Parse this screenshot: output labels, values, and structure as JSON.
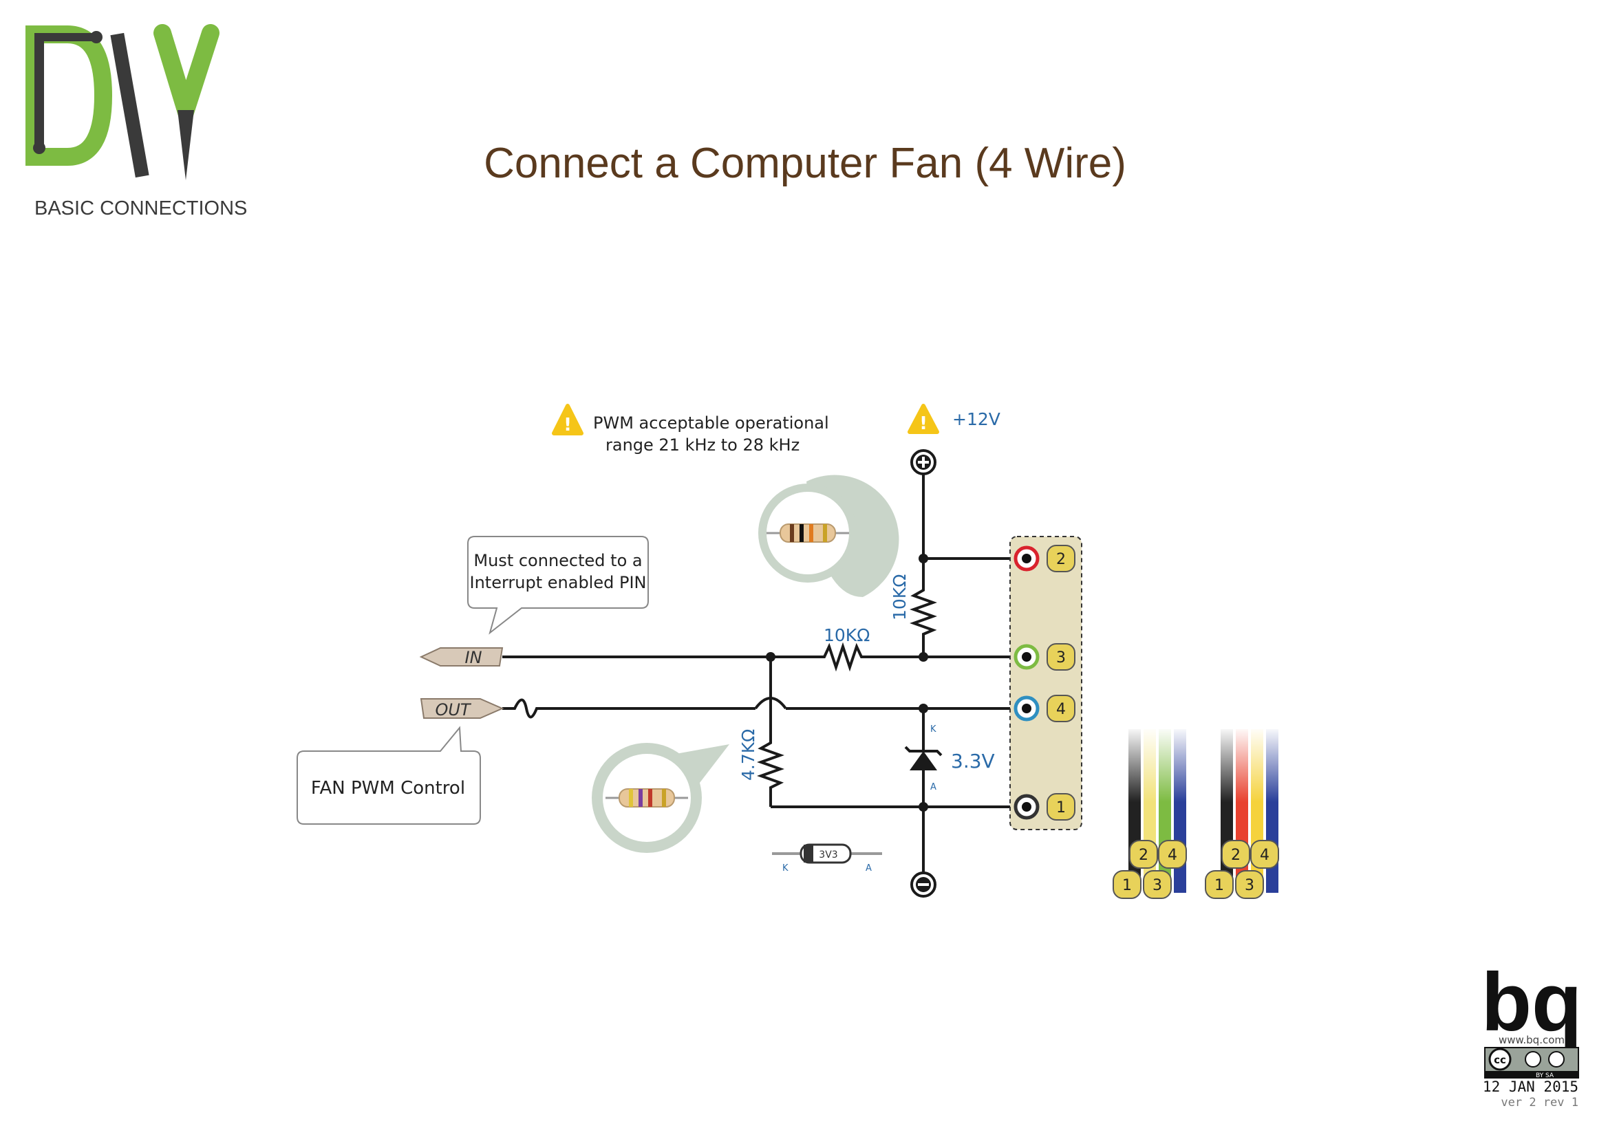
{
  "logo": {
    "letters": "DIY",
    "subtitle": "BASIC CONNECTIONS"
  },
  "title": "Connect a Computer Fan (4 Wire)",
  "warnings": {
    "pwm": {
      "line1": "PWM acceptable operational",
      "line2": "range 21 kHz to 28 kHz"
    },
    "power": {
      "label": "+12V"
    }
  },
  "callouts": {
    "interrupt": {
      "line1": "Must connected to a",
      "line2": "Interrupt enabled PIN"
    },
    "pwm_control": {
      "text": "FAN PWM Control"
    }
  },
  "ports": {
    "in": "IN",
    "out": "OUT"
  },
  "components": {
    "r_series": "10KΩ",
    "r_pullup": "10KΩ",
    "r_pulldown": "4.7KΩ",
    "zener": "3.3V",
    "zener_k": "K",
    "zener_a": "A",
    "diode_body": "3V3",
    "diode_k": "K",
    "diode_a": "A"
  },
  "connector": {
    "pins": [
      "2",
      "3",
      "4",
      "1"
    ],
    "pin_ring_colors": [
      "#d9232d",
      "#7dbb42",
      "#2f8fc0",
      "#333333"
    ]
  },
  "cables": {
    "left": {
      "wire_colors": [
        "#222222",
        "#f2e27a",
        "#7dbb42",
        "#2a3f9a"
      ],
      "pins": [
        "1",
        "2",
        "3",
        "4"
      ]
    },
    "right": {
      "wire_colors": [
        "#222222",
        "#e8412f",
        "#f5d23c",
        "#2a3f9a"
      ],
      "pins": [
        "1",
        "2",
        "3",
        "4"
      ]
    }
  },
  "brand": {
    "name": "bq",
    "url": "www.bq.com",
    "license": "BY SA",
    "date": "12 JAN 2015",
    "version": "ver 2 rev 1"
  },
  "colors": {
    "title": "#5a3a1e",
    "logo_green": "#7dbb42",
    "logo_dark": "#3a3a3a",
    "value_blue": "#2a6aa8",
    "warning": "#f5c518",
    "connector_fill": "#e6dfbf",
    "pin_badge": "#e8d25a",
    "resistor_bubble": "#c9d5c9"
  }
}
